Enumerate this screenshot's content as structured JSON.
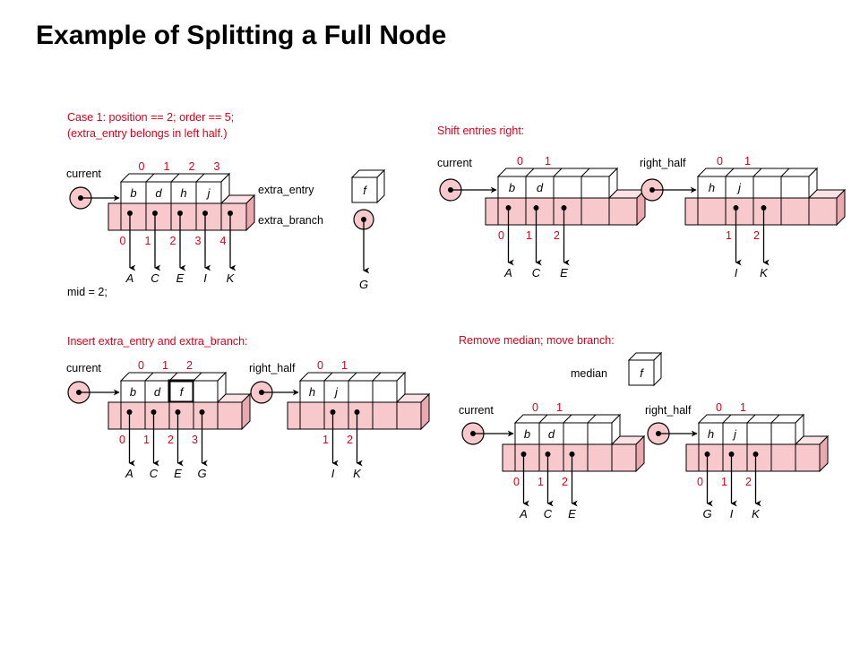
{
  "title": "Example of Splitting a Full Node",
  "panels": [
    {
      "id": "case1",
      "caption_lines": [
        "Case 1:  position == 2;  order == 5;",
        "(extra_entry belongs in left half.)"
      ],
      "current_label": "current",
      "top_indices": [
        "0",
        "1",
        "2",
        "3"
      ],
      "entries": [
        "b",
        "d",
        "h",
        "j"
      ],
      "branch_indices": [
        "0",
        "1",
        "2",
        "3",
        "4"
      ],
      "branch_targets": [
        "A",
        "C",
        "E",
        "I",
        "K"
      ],
      "extra_entry_label": "extra_entry",
      "extra_branch_label": "extra_branch",
      "extra_entry_value": "f",
      "extra_branch_target": "G",
      "mid_note": "mid = 2;"
    },
    {
      "id": "shift",
      "caption_lines": [
        "Shift entries right:"
      ],
      "current_label": "current",
      "current_top_indices": [
        "0",
        "1"
      ],
      "current_entries": [
        "b",
        "d"
      ],
      "current_branch_indices": [
        "0",
        "1",
        "2"
      ],
      "current_branch_targets": [
        "A",
        "C",
        "E"
      ],
      "right_label": "right_half",
      "right_top_indices": [
        "0",
        "1"
      ],
      "right_entries": [
        "h",
        "j"
      ],
      "right_branch_indices": [
        "1",
        "2"
      ],
      "right_branch_targets": [
        "I",
        "K"
      ]
    },
    {
      "id": "insert",
      "caption_lines": [
        "Insert extra_entry and extra_branch:"
      ],
      "current_label": "current",
      "current_top_indices": [
        "0",
        "1",
        "2"
      ],
      "current_entries": [
        "b",
        "d",
        "f"
      ],
      "current_branch_indices": [
        "0",
        "1",
        "2",
        "3"
      ],
      "current_branch_targets": [
        "A",
        "C",
        "E",
        "G"
      ],
      "right_label": "right_half",
      "right_top_indices": [
        "0",
        "1"
      ],
      "right_entries": [
        "h",
        "j"
      ],
      "right_branch_indices": [
        "1",
        "2"
      ],
      "right_branch_targets": [
        "I",
        "K"
      ]
    },
    {
      "id": "median",
      "caption_lines": [
        "Remove median; move branch:"
      ],
      "median_label": "median",
      "median_value": "f",
      "current_label": "current",
      "current_top_indices": [
        "0",
        "1"
      ],
      "current_entries": [
        "b",
        "d"
      ],
      "current_branch_indices": [
        "0",
        "1",
        "2"
      ],
      "current_branch_targets": [
        "A",
        "C",
        "E"
      ],
      "right_label": "right_half",
      "right_top_indices": [
        "0",
        "1"
      ],
      "right_entries": [
        "h",
        "j"
      ],
      "right_branch_indices": [
        "0",
        "1",
        "2"
      ],
      "right_branch_targets": [
        "G",
        "I",
        "K"
      ]
    }
  ],
  "colors": {
    "caption": "#d9001b",
    "index": "#d9001b",
    "branch_fill": "#f7c9cd",
    "branch_top": "#fbe3e5",
    "branch_side": "#e9a9af",
    "entry_fill": "#ffffff",
    "outline": "#000000"
  }
}
